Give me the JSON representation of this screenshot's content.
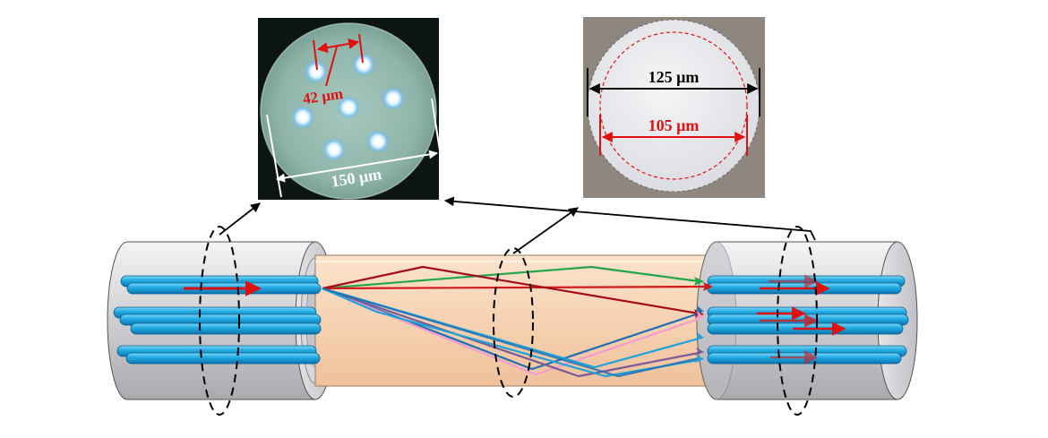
{
  "micrograph_left": {
    "core_spacing_label": "42 μm",
    "outer_diameter_label": "150 μm"
  },
  "micrograph_right": {
    "outer_diameter_label": "125 μm",
    "core_diameter_label": "105 μm"
  },
  "colors": {
    "dimension_red": "#e01010",
    "fiber_blue": "#1ea6dc",
    "taper_fill": "#f7d6b8",
    "sleeve_gray": "#c9c9cc",
    "ray_red": "#d21a1a",
    "ray_darkred": "#a40c1c",
    "ray_green": "#22a64a",
    "ray_blue": "#1f6fb6",
    "ray_cyan": "#1fa2d8",
    "ray_pink": "#f59ccd",
    "ray_purple": "#7a5a98"
  }
}
